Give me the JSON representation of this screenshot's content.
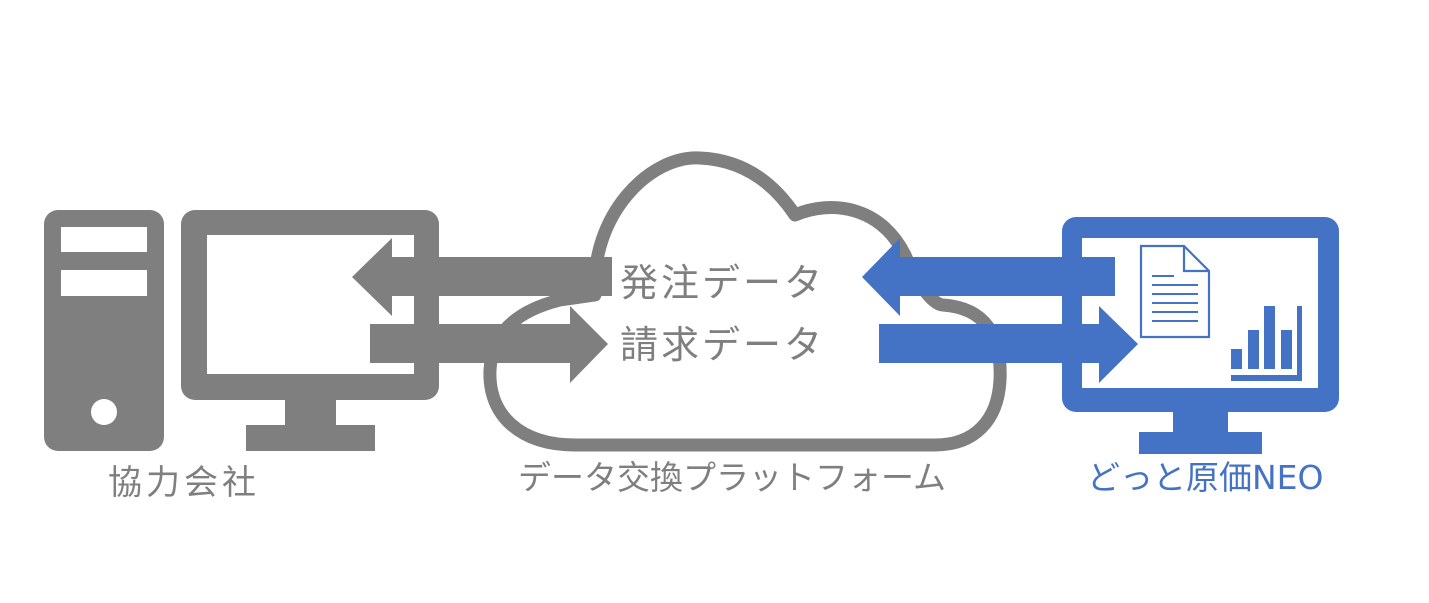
{
  "colors": {
    "partner": "#7f7f7f",
    "platform": "#7f7f7f",
    "product": "#4472c4",
    "background": "#ffffff"
  },
  "nodes": {
    "partner": {
      "label": "協力会社",
      "icon": "desktop-computer-icon"
    },
    "platform": {
      "label": "データ交換プラットフォーム",
      "icon": "cloud-icon"
    },
    "product": {
      "label": "どっと原価NEO",
      "icon": "monitor-with-document-and-chart-icon"
    }
  },
  "flows": [
    {
      "label": "発注データ",
      "direction": "to-partner"
    },
    {
      "label": "請求データ",
      "direction": "to-product"
    }
  ]
}
